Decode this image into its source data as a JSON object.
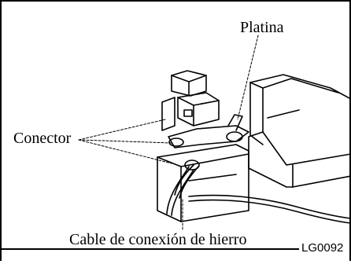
{
  "labels": {
    "platina": "Platina",
    "conector": "Conector",
    "cable": "Cable de conexión de hierro",
    "code": "LG0092"
  }
}
